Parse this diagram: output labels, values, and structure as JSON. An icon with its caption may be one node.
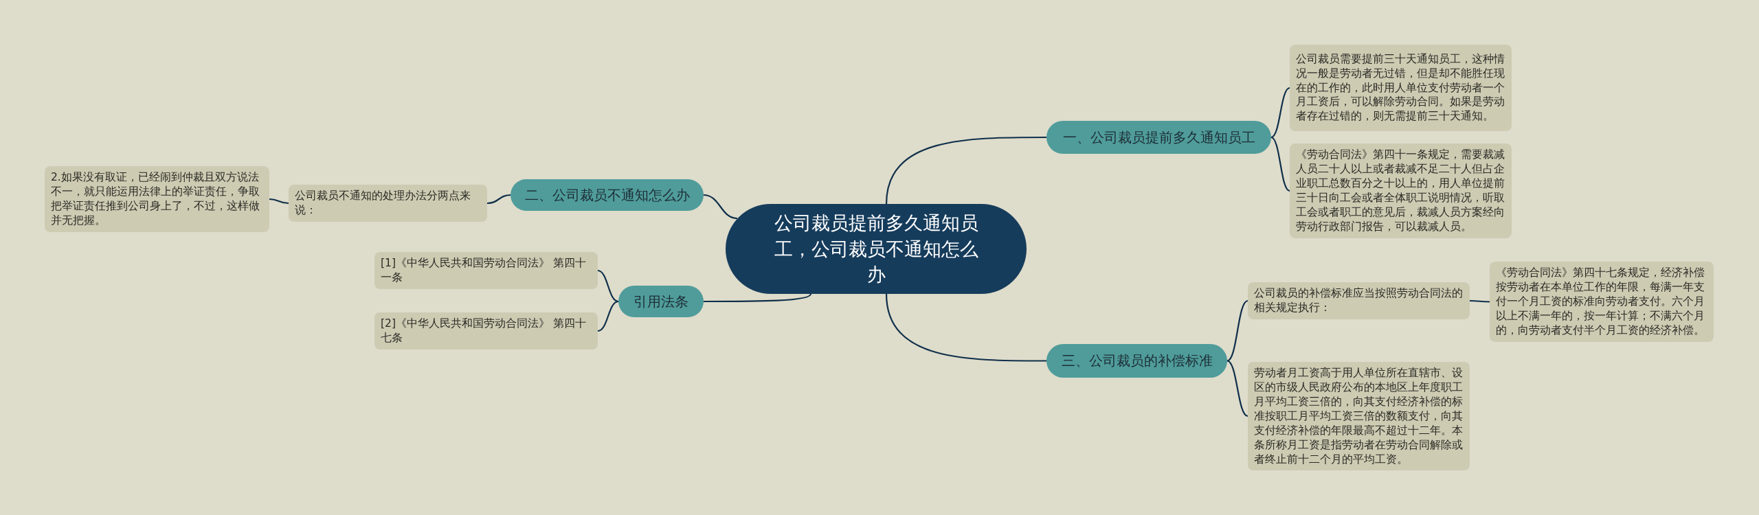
{
  "diagram": {
    "nodes": [
      {
        "text": [
          "公司裁员提前多久通知员工，公司裁员不通知怎么办"
        ]
      },
      {
        "text": [
          "一、公司裁员提前多久通知员工"
        ]
      },
      {
        "text": [
          "公司裁员需要提前三十天通知员工，这种情况一般是劳动者无过错，但是却不能胜任现在的工作的，此时用人单位支付劳动者一个月工资后，可以解除劳动合同。如果是劳动者存在过错的，则无需提前三十天通知。"
        ]
      },
      {
        "text": [
          "《劳动合同法》第四十一条规定，需要裁减人员二十人以上或者裁减不足二十人但占企业职工总数百分之十以上的，用人单位提前三十日向工会或者全体职工说明情况，听取工会或者职工的意见后，裁减人员方案经向劳动行政部门报告，可以裁减人员。"
        ]
      },
      {
        "text": [
          "二、公司裁员不通知怎么办"
        ]
      },
      {
        "text": [
          "公司裁员不通知的处理办法分两点来说："
        ]
      },
      {
        "text": [
          "2.如果没有取证，已经闹到仲裁且双方说法不一，就只能运用法律上的举证责任，争取把举证责任推到公司身上了，不过，这样做并无把握。"
        ]
      },
      {
        "text": [
          "引用法条"
        ]
      },
      {
        "text": [
          "[1]《中华人民共和国劳动合同法》 第四十一条"
        ]
      },
      {
        "text": [
          "[2]《中华人民共和国劳动合同法》 第四十七条"
        ]
      },
      {
        "text": [
          "三、公司裁员的补偿标准"
        ]
      },
      {
        "text": [
          "公司裁员的补偿标准应当按照劳动合同法的相关规定执行："
        ]
      },
      {
        "text": [
          "《劳动合同法》第四十七条规定，经济补偿按劳动者在本单位工作的年限，每满一年支付一个月工资的标准向劳动者支付。六个月以上不满一年的，按一年计算；不满六个月的，向劳动者支付半个月工资的经济补偿。"
        ]
      },
      {
        "text": [
          "劳动者月工资高于用人单位所在直辖市、设区的市级人民政府公布的本地区上年度职工月平均工资三倍的，向其支付经济补偿的标准按职工月平均工资三倍的数额支付，向其支付经济补偿的年限最高不超过十二年。本条所称月工资是指劳动者在劳动合同解除或者终止前十二个月的平均工资。"
        ]
      }
    ],
    "edges": [
      {
        "from": 0,
        "to": 1,
        "arrow": "none"
      },
      {
        "from": 0,
        "to": 4,
        "arrow": "none"
      },
      {
        "from": 0,
        "to": 7,
        "arrow": "none"
      },
      {
        "from": 0,
        "to": 10,
        "arrow": "none"
      },
      {
        "from": 1,
        "to": 2,
        "arrow": "none"
      },
      {
        "from": 1,
        "to": 3,
        "arrow": "none"
      },
      {
        "from": 4,
        "to": 5,
        "arrow": "none"
      },
      {
        "from": 5,
        "to": 6,
        "arrow": "none"
      },
      {
        "from": 7,
        "to": 8,
        "arrow": "none"
      },
      {
        "from": 7,
        "to": 9,
        "arrow": "none"
      },
      {
        "from": 10,
        "to": 11,
        "arrow": "none"
      },
      {
        "from": 10,
        "to": 13,
        "arrow": "none"
      },
      {
        "from": 11,
        "to": 12,
        "arrow": "none"
      }
    ]
  }
}
